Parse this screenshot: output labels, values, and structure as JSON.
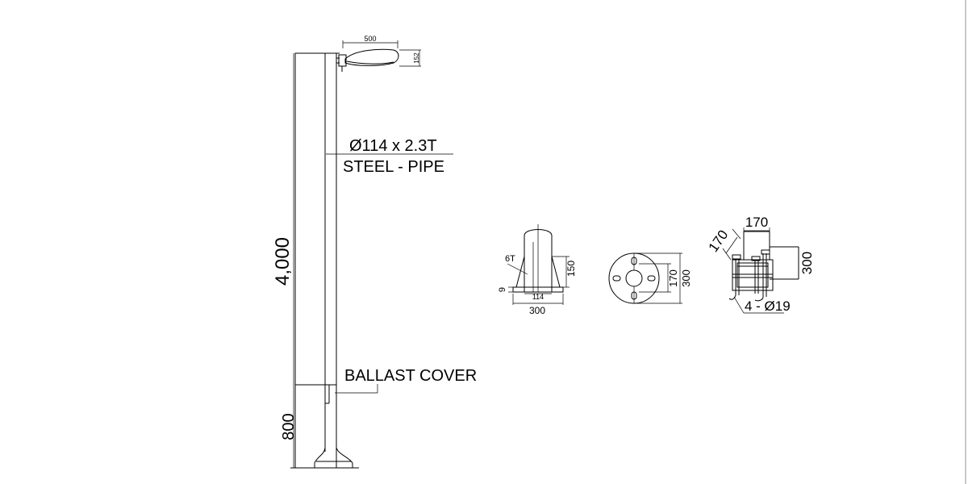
{
  "drawing": {
    "pole": {
      "height_dim": "4,000",
      "base_dim": "800",
      "pipe_spec": "Ø114 x 2.3T",
      "pipe_material": "STEEL - PIPE",
      "ballast_label": "BALLAST COVER"
    },
    "luminaire": {
      "width_dim": "500",
      "height_dim": "152"
    },
    "base_plate_section": {
      "thickness_label": "6T",
      "plate_dim": "9",
      "pipe_dim": "114",
      "width_dim": "300",
      "rib_height_dim": "150"
    },
    "base_plate_plan": {
      "inner_dim": "170",
      "outer_dim": "300"
    },
    "anchor_frame": {
      "top_dim": "170",
      "side_dim": "170",
      "height_dim": "300",
      "bolt_spec": "4 - Ø19"
    }
  },
  "colors": {
    "line": "#000000",
    "background": "#ffffff",
    "edge": "#c8c8c8"
  }
}
